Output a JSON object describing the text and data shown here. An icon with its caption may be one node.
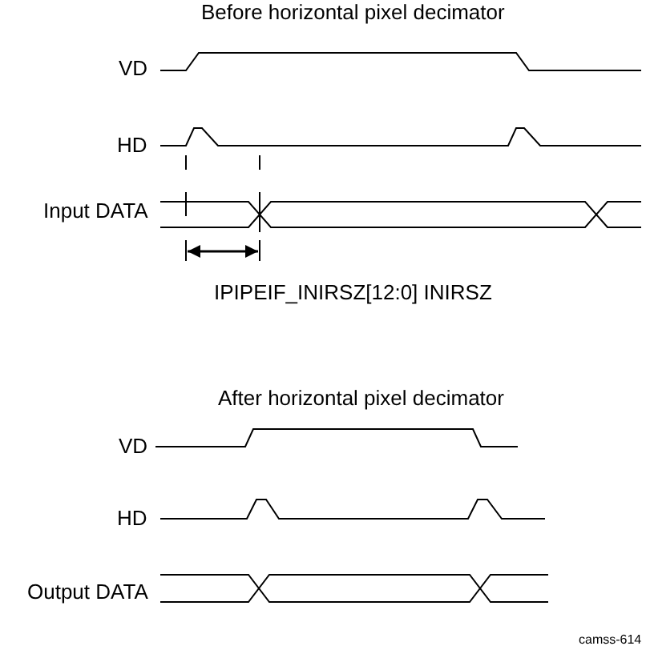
{
  "diagram": {
    "labels": [
      "Before horizontal pixel decimator",
      "VD",
      "HD",
      "Input DATA",
      "IPIPEIF_INIRSZ[12:0] INIRSZ",
      "After horizontal pixel decimator",
      "VD",
      "HD",
      "Output DATA",
      "camss-614"
    ]
  }
}
